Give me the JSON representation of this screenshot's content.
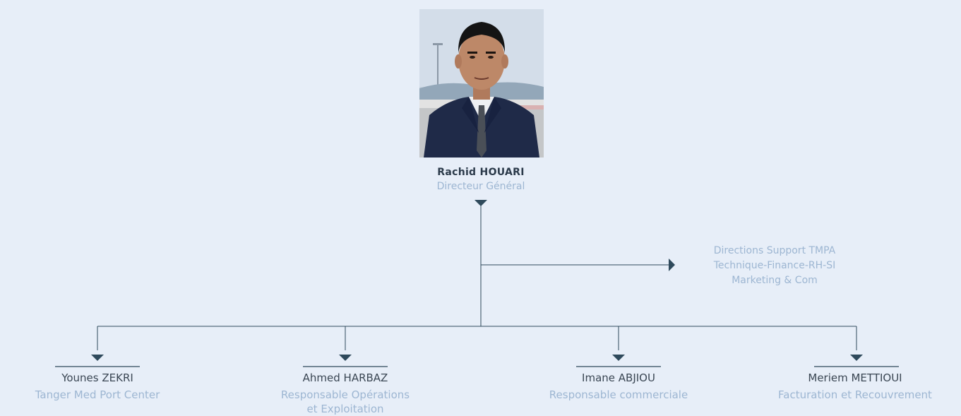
{
  "director": {
    "name": "Rachid HOUARI",
    "role": "Directeur Général",
    "photo": "director-portrait"
  },
  "support": {
    "line1": "Directions Support TMPA",
    "line2": "Technique-Finance-RH-SI",
    "line3": "Marketing & Com"
  },
  "reports": [
    {
      "name": "Younes ZEKRI",
      "role_line1": "Tanger Med Port Center",
      "role_line2": ""
    },
    {
      "name": "Ahmed HARBAZ",
      "role_line1": "Responsable Opérations",
      "role_line2": "et Exploitation"
    },
    {
      "name": "Imane ABJIOU",
      "role_line1": "Responsable commerciale",
      "role_line2": ""
    },
    {
      "name": "Meriem METTIOUI",
      "role_line1": "Facturation et Recouvrement",
      "role_line2": ""
    }
  ],
  "colors": {
    "background": "#e7eef8",
    "line": "#2f4a5c",
    "name_text": "#3a4653",
    "role_text": "#9db6d2"
  }
}
